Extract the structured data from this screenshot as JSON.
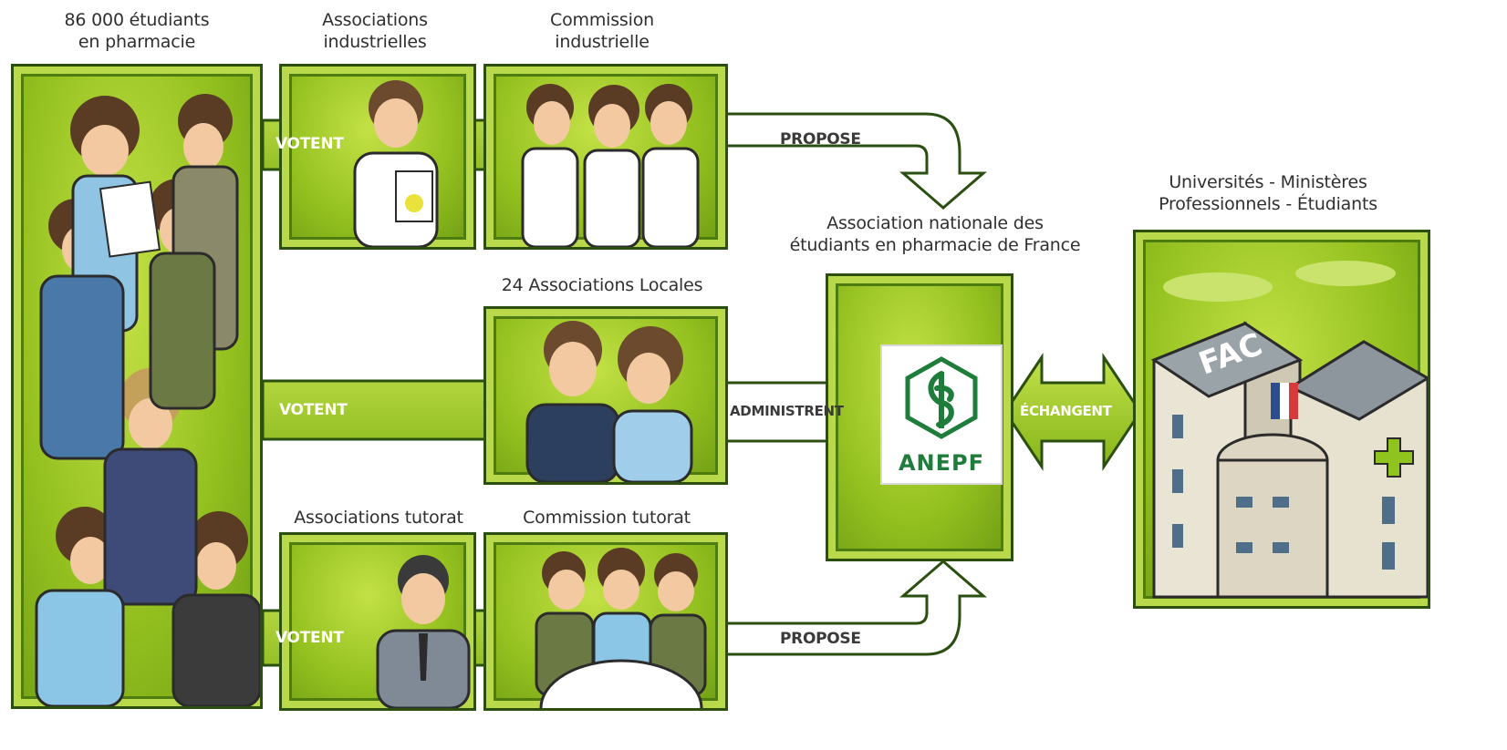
{
  "labels": {
    "students": [
      "86 000 étudiants",
      "en pharmacie"
    ],
    "industrial_assoc": [
      "Associations",
      "industrielles"
    ],
    "industrial_commission": [
      "Commission",
      "industrielle"
    ],
    "anepf_title": [
      "Association nationale des",
      "étudiants en pharmacie de France"
    ],
    "local_assoc": "24 Associations Locales",
    "tutorat_assoc": "Associations tutorat",
    "tutorat_commission": "Commission tutorat",
    "partners": [
      "Universités - Ministères",
      "Professionnels - Étudiants"
    ]
  },
  "arrows": {
    "votent_top": "VOTENT",
    "votent_mid": "VOTENT",
    "votent_bottom": "VOTENT",
    "propose_top": "PROPOSE",
    "propose_bottom": "PROPOSE",
    "administrent": "ADMINISTRENT",
    "echangent": "ÉCHANGENT"
  },
  "logo": {
    "text": "ANEPF"
  },
  "building_sign": "FAC",
  "colors": {
    "panel_green": "#94c11f",
    "panel_border": "#2a4f10",
    "arrow_green": "#9ccb2a",
    "logo_green": "#1e7d3a"
  },
  "icons": [
    "people-group",
    "pharmacist-scientist",
    "coat-trio",
    "couple",
    "man-suit",
    "meeting-trio",
    "anepf-logo",
    "university-building"
  ]
}
